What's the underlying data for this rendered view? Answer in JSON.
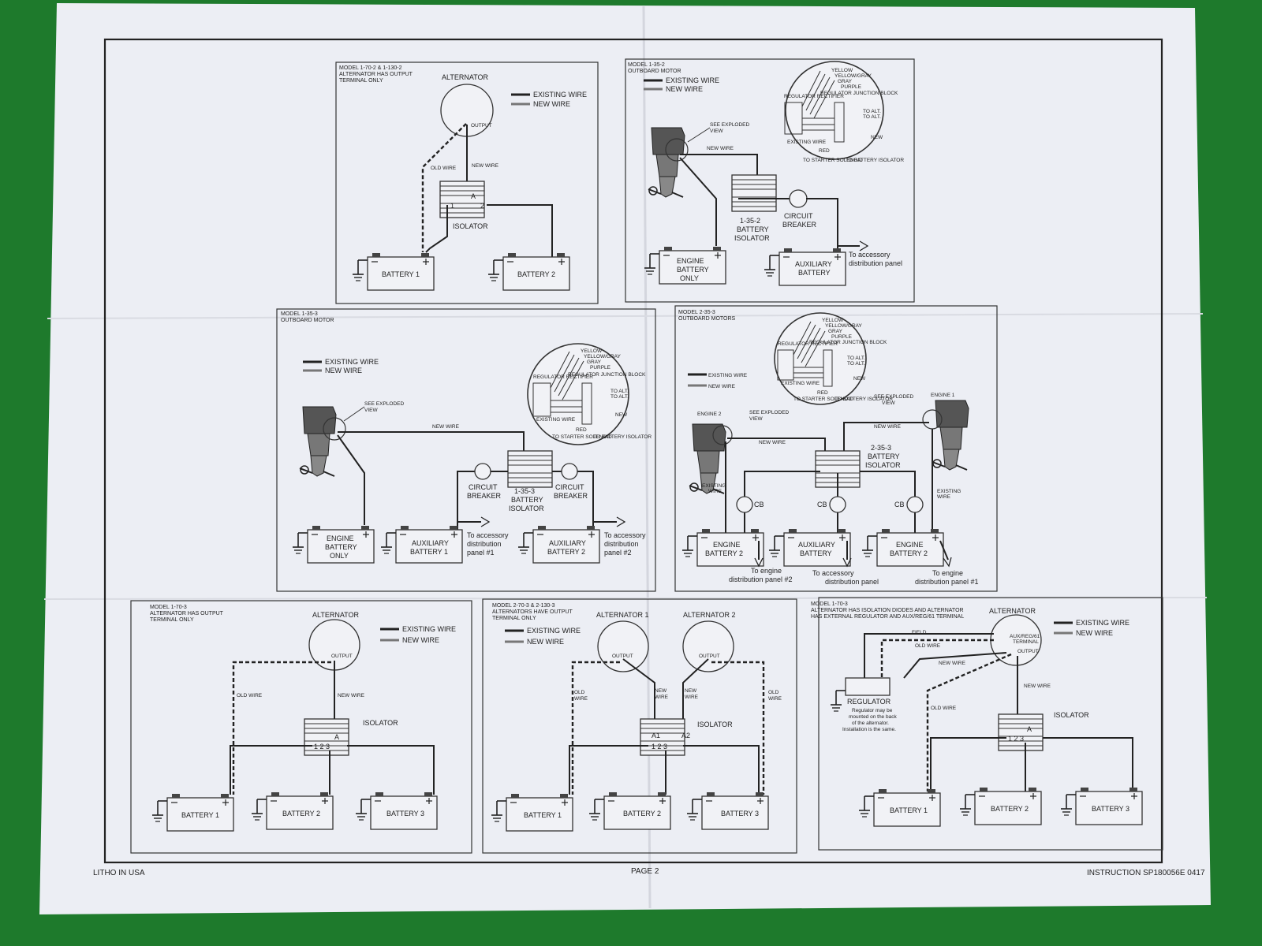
{
  "legend": {
    "existing": "EXISTING WIRE",
    "new": "NEW WIRE"
  },
  "footer": {
    "left": "LITHO IN USA",
    "center": "PAGE 2",
    "right": "INSTRUCTION SP180056E 0417"
  },
  "exploded": {
    "colors": [
      "YELLOW",
      "YELLOW/GRAY",
      "GRAY",
      "PURPLE"
    ],
    "rectifier": "REGULATOR RECTIFIER",
    "junction": "REGULATOR JUNCTION BLOCK",
    "existing": "EXISTING WIRE",
    "red": "RED",
    "to_alt": "TO ALT.",
    "new": "NEW",
    "starter": "TO STARTER SOLENOID",
    "batt_iso": "TO BATTERY ISOLATOR"
  },
  "d1": {
    "title": [
      "MODEL 1-70-2 & 1-130-2",
      "ALTERNATOR HAS OUTPUT",
      "TERMINAL ONLY"
    ],
    "alternator": "ALTERNATOR",
    "output": "OUTPUT",
    "old_wire": "OLD WIRE",
    "new_wire": "NEW WIRE",
    "isolator": "ISOLATOR",
    "t1": "1",
    "ta": "A",
    "t2": "2",
    "battery1": "BATTERY 1",
    "battery2": "BATTERY 2"
  },
  "d2": {
    "title": [
      "MODEL 1-35-2",
      "OUTBOARD MOTOR"
    ],
    "see": [
      "SEE EXPLODED",
      "VIEW"
    ],
    "new_wire": "NEW WIRE",
    "isolator": [
      "1-35-2",
      "BATTERY",
      "ISOLATOR"
    ],
    "breaker": [
      "CIRCUIT",
      "BREAKER"
    ],
    "engine": [
      "ENGINE",
      "BATTERY",
      "ONLY"
    ],
    "aux": [
      "AUXILIARY",
      "BATTERY"
    ],
    "to": [
      "To accessory",
      "distribution panel"
    ]
  },
  "d3": {
    "title": [
      "MODEL 1-35-3",
      "OUTBOARD MOTOR"
    ],
    "see": [
      "SEE EXPLODED",
      "VIEW"
    ],
    "new_wire": "NEW WIRE",
    "breaker1": [
      "CIRCUIT",
      "BREAKER"
    ],
    "breaker2": [
      "CIRCUIT",
      "BREAKER"
    ],
    "isolator": [
      "1-35-3",
      "BATTERY",
      "ISOLATOR"
    ],
    "engine": [
      "ENGINE",
      "BATTERY",
      "ONLY"
    ],
    "aux1": [
      "AUXILIARY",
      "BATTERY 1"
    ],
    "aux2": [
      "AUXILIARY",
      "BATTERY 2"
    ],
    "to1": [
      "To accessory",
      "distribution",
      "panel #1"
    ],
    "to2": [
      "To accessory",
      "distribution",
      "panel #2"
    ]
  },
  "d4": {
    "title": [
      "MODEL 2-35-3",
      "OUTBOARD MOTORS"
    ],
    "engine1": "ENGINE 1",
    "engine2": "ENGINE 2",
    "see1": [
      "SEE EXPLODED",
      "VIEW"
    ],
    "see2": [
      "SEE EXPLODED",
      "VIEW"
    ],
    "new_wire1": "NEW WIRE",
    "new_wire2": "NEW WIRE",
    "isolator": [
      "2-35-3",
      "BATTERY",
      "ISOLATOR"
    ],
    "existing_left": [
      "EXISTING",
      "WIRE"
    ],
    "existing_right": [
      "EXISTING",
      "WIRE"
    ],
    "cb": "CB",
    "eb2": [
      "ENGINE",
      "BATTERY 2"
    ],
    "aux": [
      "AUXILIARY",
      "BATTERY"
    ],
    "eb1": [
      "ENGINE",
      "BATTERY 2"
    ],
    "to_left": [
      "To engine",
      "distribution panel #2"
    ],
    "to_mid": [
      "To accessory",
      "distribution panel"
    ],
    "to_right": [
      "To engine",
      "distribution panel #1"
    ]
  },
  "d5": {
    "title": [
      "MODEL 1-70-3",
      "ALTERNATOR HAS OUTPUT",
      "TERMINAL ONLY"
    ],
    "alternator": "ALTERNATOR",
    "output": "OUTPUT",
    "old_wire": "OLD WIRE",
    "new_wire": "NEW WIRE",
    "isolator": "ISOLATOR",
    "ta": "A",
    "terms": "1  2  3",
    "b1": "BATTERY 1",
    "b2": "BATTERY 2",
    "b3": "BATTERY 3"
  },
  "d6": {
    "title": [
      "MODEL 2-70-3 & 2-130-3",
      "ALTERNATORS HAVE OUTPUT",
      "TERMINAL ONLY"
    ],
    "alt1": "ALTERNATOR 1",
    "alt2": "ALTERNATOR 2",
    "output": "OUTPUT",
    "old_wire": [
      "OLD",
      "WIRE"
    ],
    "new_wire": [
      "NEW",
      "WIRE"
    ],
    "isolator": "ISOLATOR",
    "a1": "A1",
    "a2": "A2",
    "terms": "1  2  3",
    "b1": "BATTERY 1",
    "b2": "BATTERY 2",
    "b3": "BATTERY 3"
  },
  "d7": {
    "title": [
      "MODEL 1-70-3",
      "ALTERNATOR HAS ISOLATION DIODES AND ALTERNATOR",
      "HAS EXTERNAL REGULATOR AND AUX/REG/61 TERMINAL"
    ],
    "alternator": "ALTERNATOR",
    "aux_term": [
      "AUX/REG/61",
      "TERMINAL"
    ],
    "output": "OUTPUT",
    "field": "FIELD",
    "old_wire": "OLD WIRE",
    "old_wire2": "OLD WIRE",
    "new_wire": "NEW WIRE",
    "new_wire2": "NEW WIRE",
    "regulator": "REGULATOR",
    "reg_note": [
      "Regulator may be",
      "mounted on the back",
      "of the alternator.",
      "Installation is the same."
    ],
    "isolator": "ISOLATOR",
    "ta": "A",
    "terms": "1  2  3",
    "b1": "BATTERY 1",
    "b2": "BATTERY 2",
    "b3": "BATTERY 3"
  }
}
